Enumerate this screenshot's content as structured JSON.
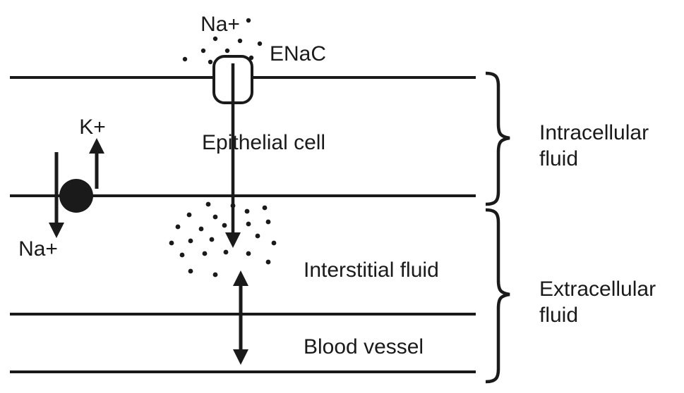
{
  "labels": {
    "na_top": "Na+",
    "enac": "ENaC",
    "epithelial_cell": "Epithelial cell",
    "k_pump": "K+",
    "na_pump": "Na+",
    "interstitial_fluid": "Interstitial fluid",
    "blood_vessel": "Blood vessel",
    "intracellular": {
      "line1": "Intracellular",
      "line2": "fluid"
    },
    "extracellular": {
      "line1": "Extracellular",
      "line2": "fluid"
    }
  },
  "colors": {
    "ink": "#1a1a1a",
    "background": "#ffffff"
  }
}
